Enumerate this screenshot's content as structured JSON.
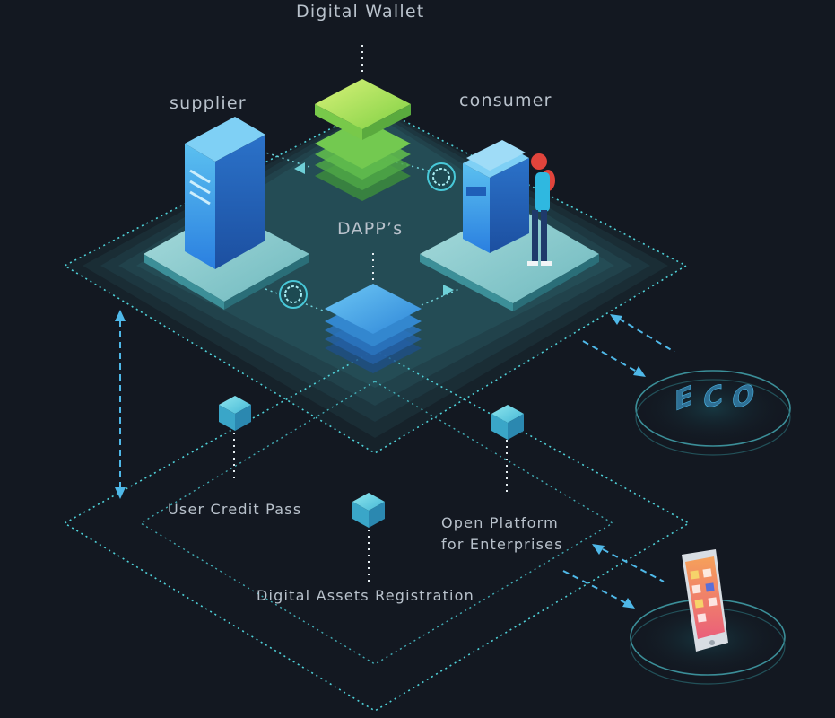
{
  "labels": {
    "digital_wallet": "Digital Wallet",
    "supplier": "supplier",
    "consumer": "consumer",
    "dapps": "DAPP’s",
    "user_credit_pass": "User Credit Pass",
    "open_platform_line1": "Open Platform",
    "open_platform_line2": "for Enterprises",
    "digital_assets_registration": "Digital Assets Registration",
    "eco_letters": [
      "E",
      "C",
      "O"
    ]
  },
  "colors": {
    "background": "#131821",
    "dotted_line": "#4fd1d9",
    "arrow": "#4fb8e8",
    "label_text": "#b9c2cc",
    "wallet_green": "#9be05a",
    "dapp_blue": "#3fa8e6",
    "server_blue": "#3b8fe8",
    "platform_teal": "#8fd0d4",
    "person_hair": "#e0443c",
    "phone_screen": "#f08a6a",
    "coin_cyan": "#48c8d8"
  },
  "icons": [
    "coin-icon",
    "cube-icon",
    "person-icon",
    "phone-icon",
    "server-icon"
  ]
}
